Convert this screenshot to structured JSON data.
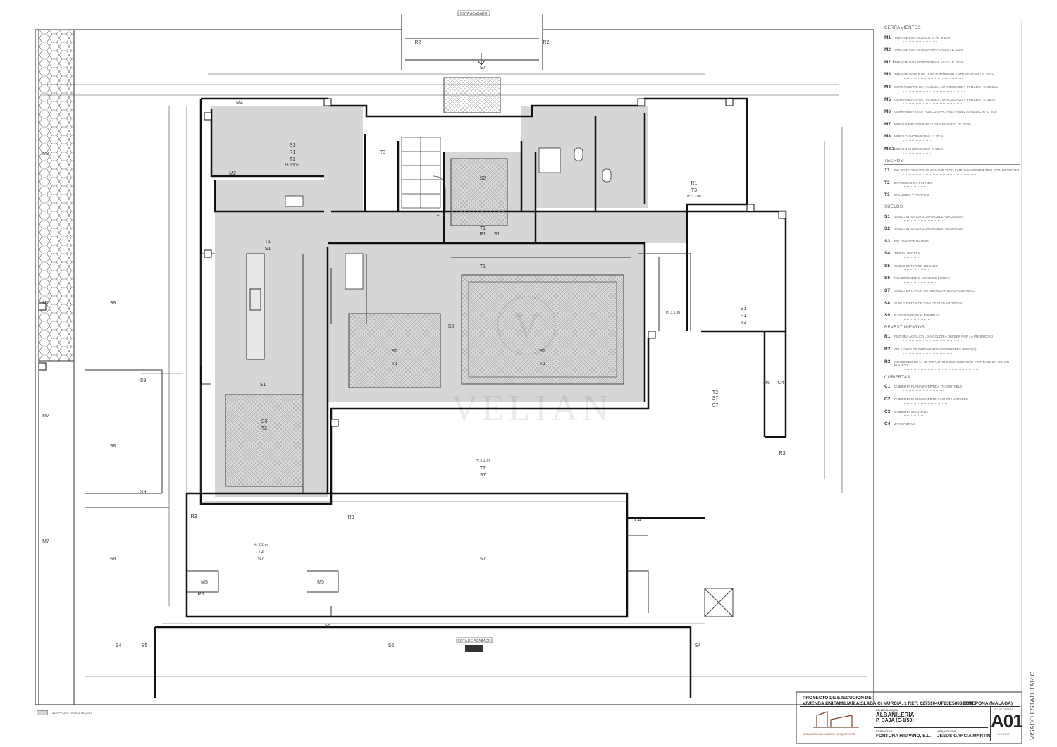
{
  "plan": {
    "top_label": "COTA ACABADO",
    "labels": [
      "S1",
      "R1",
      "T1",
      "H: 2,80m",
      "M2",
      "M4",
      "R3",
      "T3",
      "S2",
      "T1",
      "R1",
      "S1",
      "T1",
      "S1",
      "R1",
      "T3",
      "H: 3,11m",
      "S1",
      "R1",
      "T3",
      "H: 3,11m",
      "S3",
      "T2",
      "S2",
      "T1",
      "S2",
      "T1",
      "S3",
      "S1",
      "T1",
      "H: 3,11m",
      "T2",
      "S7",
      "H: 3,11m",
      "T2",
      "S7",
      "S7",
      "S8",
      "S8",
      "S8",
      "S5",
      "S6",
      "S4",
      "S4",
      "S5",
      "S7",
      "M5",
      "M5",
      "M7",
      "M7",
      "M7",
      "M7",
      "R3",
      "R3",
      "R3",
      "C4",
      "M5",
      "C4",
      "S7",
      "T2",
      "S9",
      "S9",
      "R2",
      "R2",
      "S7"
    ],
    "bottom_label": "COTA DE ACABADO"
  },
  "legend": {
    "sections": [
      {
        "title": "CERRAMIENTOS",
        "items": [
          {
            "code": "M1",
            "title": "TABIQUE INTERIOR L.H.D. / E: 9,5cm"
          },
          {
            "code": "M2",
            "title": "TABIQUE INTERIOR ENTRAPLACAS / E: 11cm"
          },
          {
            "code": "M2.1",
            "title": "TABIQUE INTERIOR ENTRAPLACAS / E: 20cm"
          },
          {
            "code": "M3",
            "title": "TABIQUE DOBLE DE HUECO INTERIOR ENTRAPLACAS / E: 30cm"
          },
          {
            "code": "M4",
            "title": "CERRAMIENTO DE FACHADA / ENFOSCADO Y PINTADO / E: 35,5cm"
          },
          {
            "code": "M5",
            "title": "CERRAMIENTO DE FACHADA / ENFOSCADO Y PINTADO / E: 15cm"
          },
          {
            "code": "M6",
            "title": "CERRAMIENTO DE HUECOS FACHADA PANEL SANDWICH / E: 9cm"
          },
          {
            "code": "M7",
            "title": "MURO SIMPLE ENFOSCADO Y PINTADO / E: 20cm"
          },
          {
            "code": "M8",
            "title": "MURO DE HORMIGON / E: 30cm"
          },
          {
            "code": "M8.1",
            "title": "MURO DE HORMIGON / E: 25cm"
          }
        ]
      },
      {
        "title": "TECHOS",
        "items": [
          {
            "code": "T1",
            "title": "FALSO TECHO CON PLACAS DE YESO LAMINADO PERIMETRAL CON REGISTRO"
          },
          {
            "code": "T2",
            "title": "ENFOSCADO Y PINTADO"
          },
          {
            "code": "T3",
            "title": "ENLUCIDO Y PINTADO"
          }
        ]
      },
      {
        "title": "SUELOS",
        "items": [
          {
            "code": "S1",
            "title": "SUELO INTERIOR ZONA NOBLE - BALDOSAS"
          },
          {
            "code": "S2",
            "title": "SUELO INTERIOR ZONA NOBLE - MOSAICOS"
          },
          {
            "code": "S3",
            "title": "PELDAÑO DE MARMOL"
          },
          {
            "code": "S4",
            "title": "TIERRA VEGETAL"
          },
          {
            "code": "S5",
            "title": "SUELO EXTERIOR RODADO"
          },
          {
            "code": "S6",
            "title": "REVESTIMIENTO MURO DE PIEDRA"
          },
          {
            "code": "S7",
            "title": "SUELO EXTERIOR ANTIDESLIZANTE PORCELANICO"
          },
          {
            "code": "S8",
            "title": "SUELO EXTERIOR CON CESPED ARTIFICIAL"
          },
          {
            "code": "S9",
            "title": "RASCADA PARA ALFOMBRAS"
          }
        ]
      },
      {
        "title": "REVESTIMIENTOS",
        "items": [
          {
            "code": "R1",
            "title": "PINTURA ACRILICA LISA COLOR A DEFINIR POR LA PROPIEDAD"
          },
          {
            "code": "R2",
            "title": "APLACADO DE PARAMENTOS INTERIORES (PIEDRA)"
          },
          {
            "code": "R3",
            "title": "REVESTIDO DE L.H.D. REPARTIDO CON MORTERO Y PINTADO EN COLOR BLANCO"
          }
        ]
      },
      {
        "title": "CUBIERTAS",
        "items": [
          {
            "code": "C1",
            "title": "CUBIERTA PLANA INVERTIDA TRANSITABLE"
          },
          {
            "code": "C2",
            "title": "CUBIERTA PLANA INVERTIDA NO TRANSITABLE"
          },
          {
            "code": "C3",
            "title": "CUBIERTA INCLINADA"
          },
          {
            "code": "C4",
            "title": "JARDINERAS"
          }
        ]
      }
    ]
  },
  "key": {
    "label": "ZONA CON FALSO TECHO"
  },
  "title_block": {
    "project_heading": "PROYECTO DE EJECUCION DE:",
    "project_name": "VIVIENDA UNIFAMILIAR AISLADA C/ MURCIA, 1  REF: 0275104UF23E5808BFM",
    "location": "ESTEPONA (MALAGA)",
    "denomination_label": "DENOMINACION",
    "denomination": "ALBAÑILERIA",
    "scale": "P. BAJA (E-1/50)",
    "promoter_label": "PROMOTOR",
    "promoter": "FORTUNA HISPANO, S.L.",
    "architect_label": "ARQUITECTO",
    "architect": "JESUS GARCIA MARTIN",
    "sheet_label": "Nº DE PLANO",
    "sheet": "A01",
    "date": "DIC-2017",
    "logo_text": "JESUS GARCIA MARTIN | ARQUITECTO",
    "visa": "VISADO ESTATUTARIO"
  },
  "watermark": "VELIAN"
}
